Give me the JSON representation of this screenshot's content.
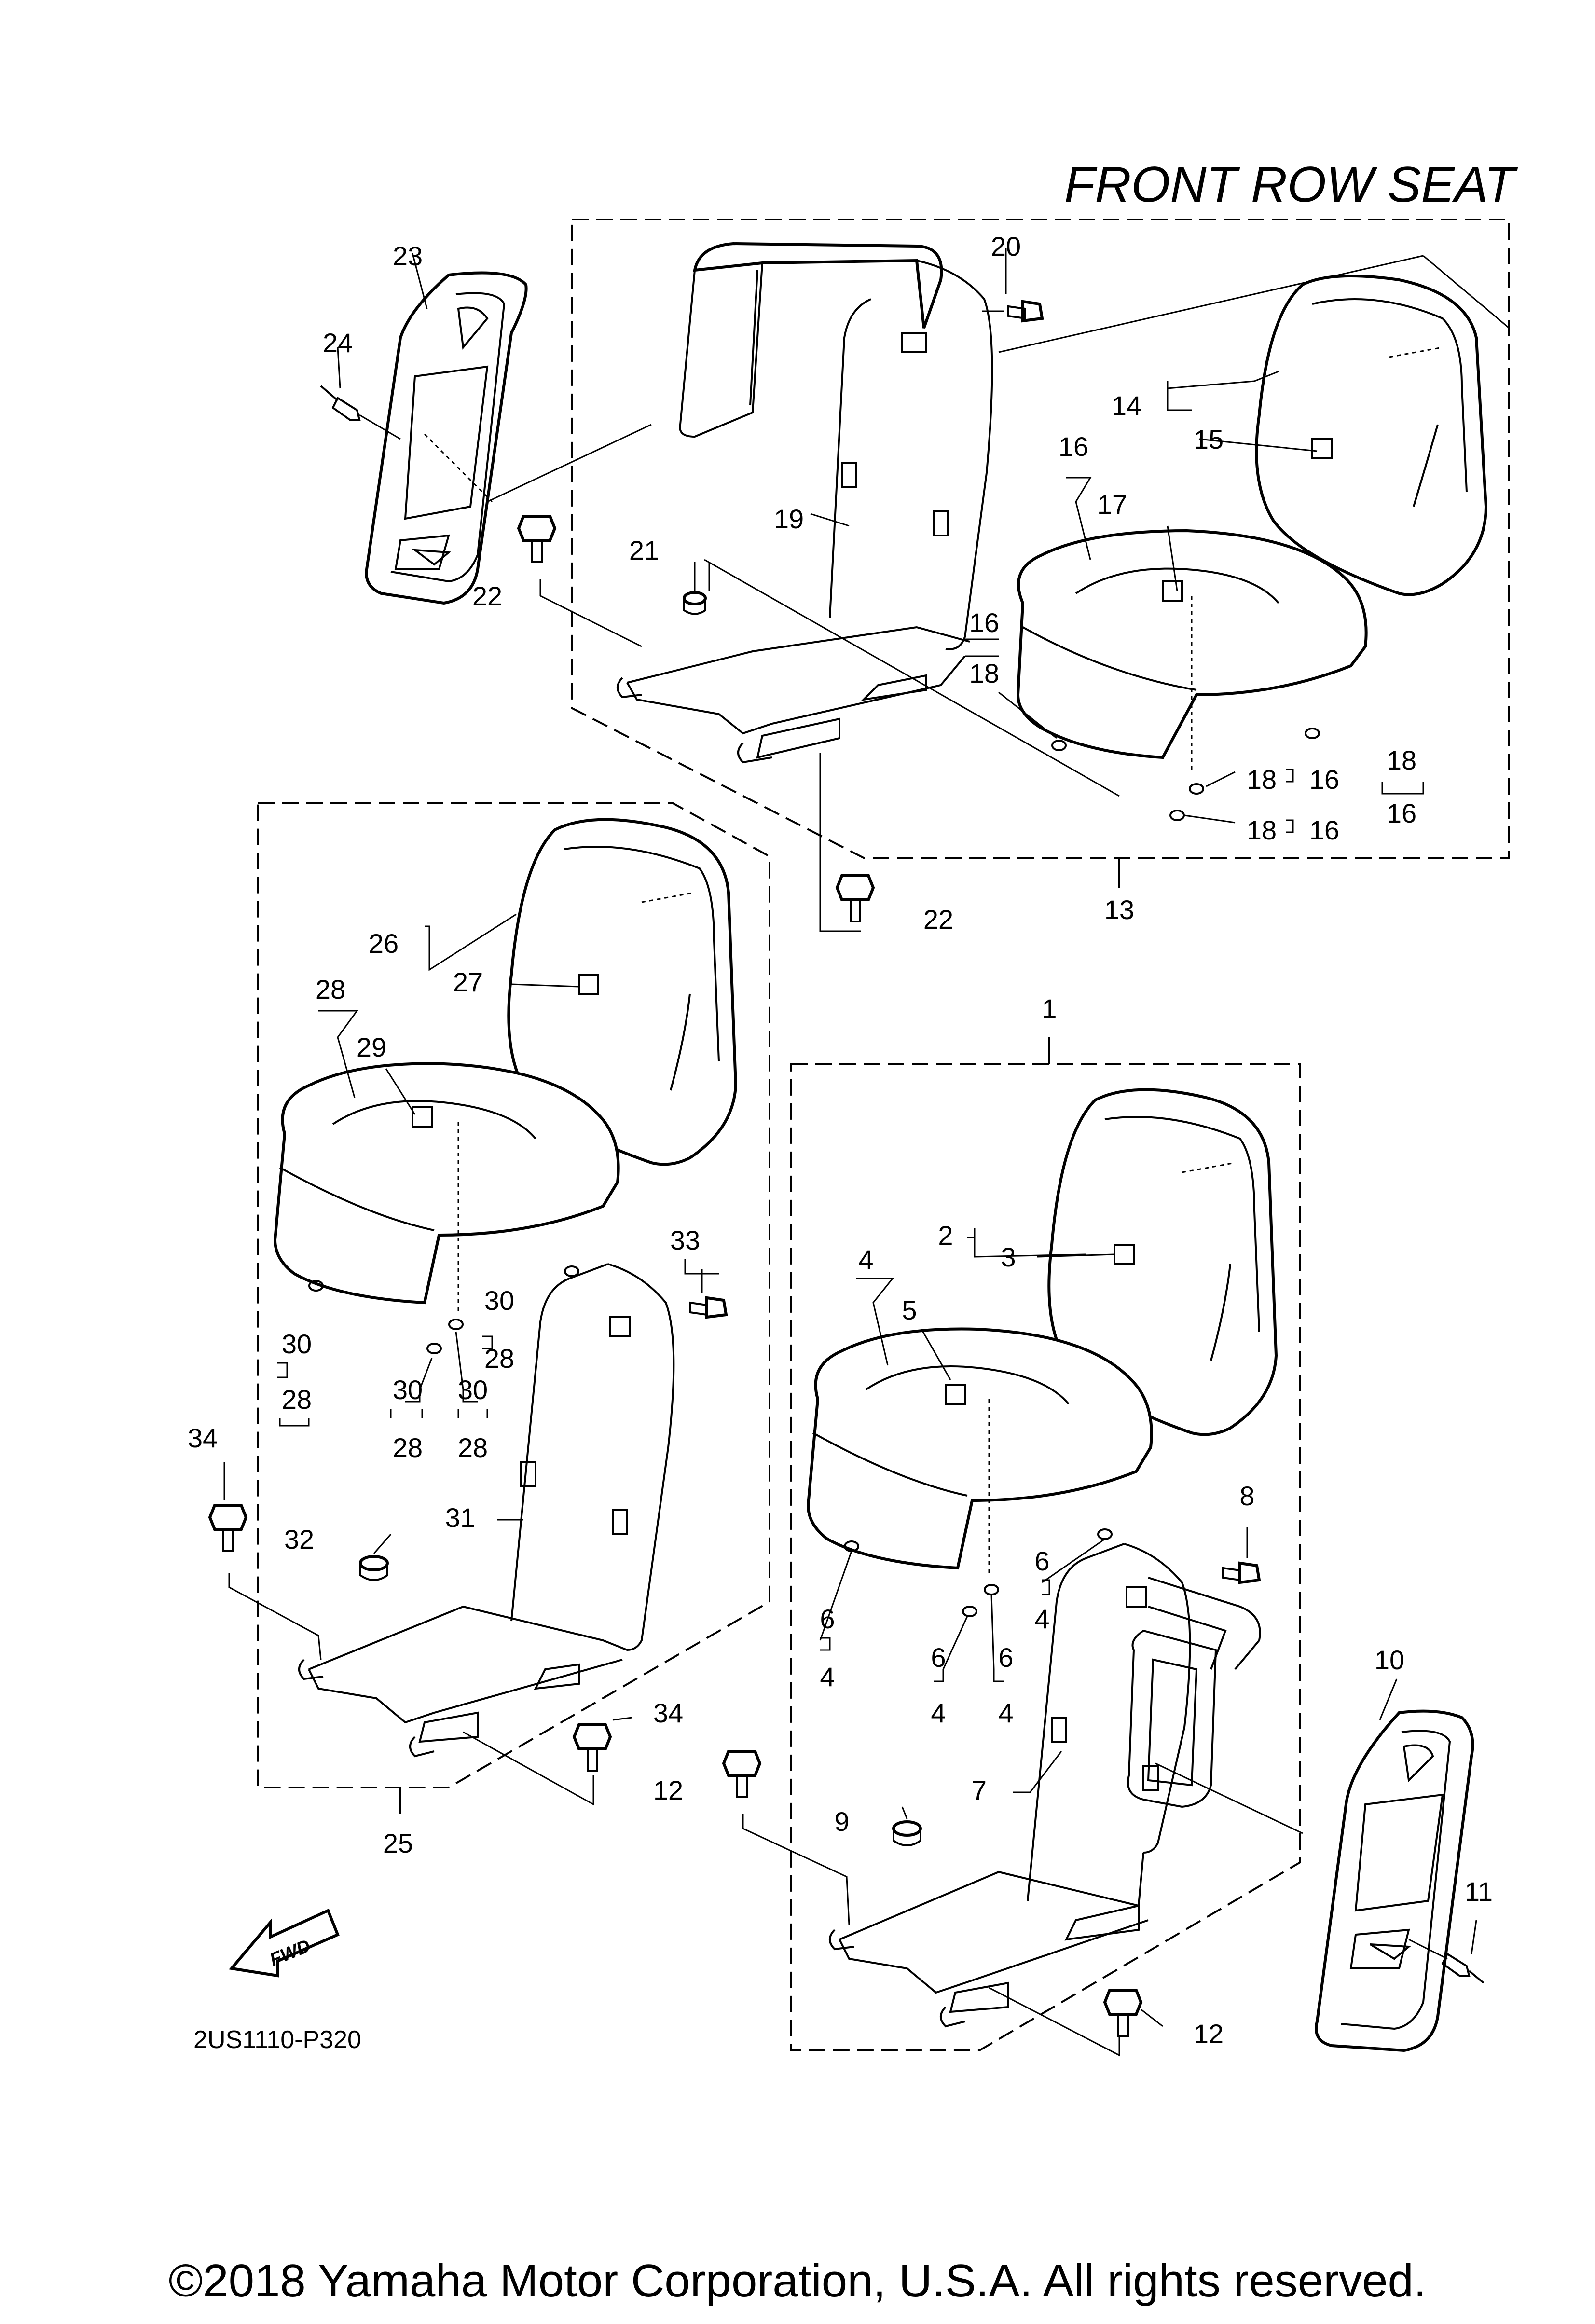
{
  "title": "FRONT ROW SEAT",
  "diagram_code": "2US1110-P320",
  "copyright": "©2018 Yamaha Motor Corporation, U.S.A. All rights reserved.",
  "fwd_label": "FWD",
  "callouts": {
    "c1": "1",
    "c2": "2",
    "c3": "3",
    "c4a": "4",
    "c4b": "4",
    "c4c": "4",
    "c4d": "4",
    "c5": "5",
    "c6a": "6",
    "c6b": "6",
    "c6c": "6",
    "c7": "7",
    "c8": "8",
    "c9": "9",
    "c10": "10",
    "c11": "11",
    "c12a": "12",
    "c12b": "12",
    "c13": "13",
    "c14": "14",
    "c15": "15",
    "c16a": "16",
    "c16b": "16",
    "c16c": "16",
    "c16d": "16",
    "c16e": "16",
    "c17": "17",
    "c18a": "18",
    "c18b": "18",
    "c18c": "18",
    "c18d": "18",
    "c19": "19",
    "c20": "20",
    "c21": "21",
    "c22a": "22",
    "c22b": "22",
    "c23": "23",
    "c24": "24",
    "c25": "25",
    "c26": "26",
    "c27": "27",
    "c28a": "28",
    "c28b": "28",
    "c28c": "28",
    "c28d": "28",
    "c28e": "28",
    "c29": "29",
    "c30a": "30",
    "c30b": "30",
    "c30c": "30",
    "c30d": "30",
    "c31": "31",
    "c32": "32",
    "c33": "33",
    "c34a": "34",
    "c34b": "34"
  }
}
